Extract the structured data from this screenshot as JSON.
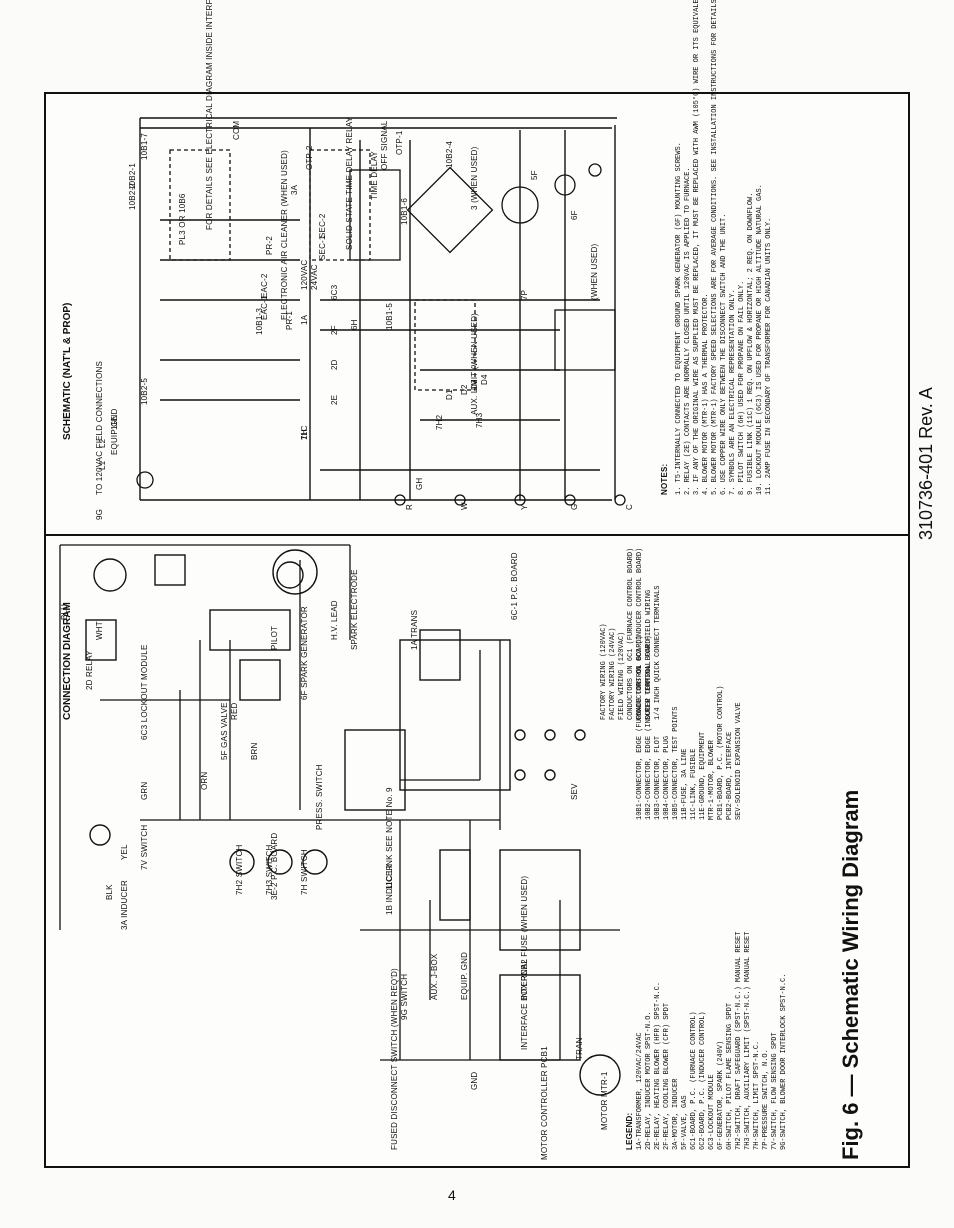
{
  "figure": {
    "title": "Fig. 6 — Schematic Wiring Diagram",
    "revision": "310736-401 Rev. A",
    "page_number": "4"
  },
  "connection_diagram": {
    "title": "CONNECTION DIAGRAM",
    "labels": [
      "BLU",
      "WHT",
      "BLK",
      "YEL",
      "GRN",
      "ORN",
      "RED",
      "BRN",
      "7V SWITCH",
      "6C3 LOCKOUT MODULE",
      "PRESS. SWITCH",
      "3A INDUCER",
      "3E-2 P.C. BOARD",
      "2D RELAY",
      "7H2 SWITCH",
      "7H3 SWITCH",
      "7H SWITCH",
      "1B INDUCER",
      "11C LINK SEE NOTE No. 9",
      "AUX. J-BOX",
      "9G SWITCH",
      "FUSED DISCONNECT SWITCH (WHEN REQ'D)",
      "MOTOR CONTROLLER PCB1",
      "MOTOR MTR-1",
      "INTERFACE BOX PCB2",
      "SPARK ELECTRODE",
      "6F SPARK GENERATOR",
      "5F GAS VALVE",
      "H.V. LEAD",
      "PILOT",
      "1A TRANS",
      "6C-1 P.C. BOARD",
      "INTERNAL FUSE (WHEN USED)",
      "EQUIP. GND",
      "GND",
      "TRAN",
      "SEV"
    ],
    "legend_title": "LEGEND:",
    "legend": [
      "1A-TRANSFORMER, 120VAC/24VAC",
      "2D-RELAY, INDUCER MOTOR SPST-N.O.",
      "2E-RELAY, HEATING BLOWER (HFR) SPST-N.C.",
      "2F-RELAY, COOLING BLOWER (CFR) SPDT",
      "3A-MOTOR, INDUCER",
      "5F-VALVE, GAS",
      "6C1-BOARD, P.C. (FURNACE CONTROL)",
      "6C2-BOARD, P.C. (INDUCER CONTROL)",
      "6C3-LOCKOUT MODULE",
      "6F-GENERATOR, SPARK (240V)",
      "6H-SWITCH, PILOT FLAME SENSING SPDT",
      "7H2-SWITCH, DRAFT SAFEGUARD (SPST-N.C.) MANUAL RESET",
      "7H3-SWITCH, AUXILIARY LIMIT (SPST-N.C.) MANUAL RESET",
      "7H-SWITCH, LIMIT SPST-N.C.",
      "7P-PRESSURE SWITCH, N.O.",
      "7V-SWITCH, FLOW SENSING SPDT",
      "9G-SWITCH, BLOWER DOOR INTERLOCK SPST-N.C."
    ],
    "legend_right": [
      "10B1-CONNECTOR, EDGE (FURNACE CONTROL BOARD)",
      "10B2-CONNECTOR, EDGE (INDUCER CONTROL BOARD)",
      "10B3-CONNECTOR, FLOT",
      "10B4-CONNECTOR, PLUG",
      "10B5-CONNECTOR, TEST POINTS",
      "11B-FUSE, 3A LINE",
      "11C-LINK, FUSIBLE",
      "11E-GROUND, EQUIPMENT",
      "MTR-1-MOTOR, BLOWER",
      "PCB1-BOARD, P.C. (MOTOR CONTROL)",
      "PCB2-BOARD, INTERFACE",
      "SEV-SOLENOID EXPANSION VALVE"
    ],
    "line_legend": [
      "FACTORY WIRING (120VAC)",
      "FACTORY WIRING (24VAC)",
      "FIELD WIRING (120VAC)",
      "CONDUCTORS ON 6C1 (FURNACE CONTROL BOARD)",
      "CONDUCTORS ON 6C2 (INDUCER CONTROL BOARD)",
      "SCREW TERMINAL FOR FIELD WIRING",
      "1/4 INCH QUICK CONNECT TERMINALS"
    ]
  },
  "schematic": {
    "title": "SCHEMATIC (NAT'L & PROP)",
    "labels": [
      "TO 120VAC FIELD CONNECTIONS",
      "L1",
      "L2",
      "EQUIP GND",
      "11E",
      "9G",
      "10B1-7",
      "10B2-1",
      "10B2-2",
      "10B2-4",
      "10B2-5",
      "10B1-3",
      "10B1-5",
      "10B1-6",
      "PL3 OR 10B6",
      "FOR DETAILS SEE ELECTRICAL DIAGRAM INSIDE INTERFACE BOX ENCLOSURE",
      "COM",
      "ELECTRONIC AIR CLEANER (WHEN USED)",
      "120VAC",
      "EAC-1",
      "EAC-2",
      "SEC-1",
      "SEC-2",
      "24VAC",
      "PR-1",
      "PR-2",
      "SOLID STATE TIME DELAY RELAY",
      "TIME DELAY",
      "OFF SIGNAL",
      "OTP-1",
      "OTP-2",
      "3 (WHEN USED)",
      "5F",
      "6F",
      "(WHEN USED)",
      "7P",
      "7H",
      "7H2",
      "7H3",
      "AUX. LIMIT (WHEN USED)",
      "R",
      "W",
      "Y",
      "G",
      "C",
      "GH",
      "2D",
      "2E",
      "2F",
      "3A",
      "6H",
      "6C3",
      "1A",
      "11C",
      "D1",
      "D2",
      "D3",
      "D4"
    ],
    "notes_title": "NOTES:",
    "notes": [
      "1. T5-INTERNALLY CONNECTED TO EQUIPMENT GROUND SPARK GENERATOR (6F) MOUNTING SCREWS.",
      "2. RELAY (2E) CONTACTS ARE NORMALLY CLOSED UNTIL 120VAC IS APPLIED TO FURNACE.",
      "3. IF ANY OF THE ORIGINAL WIRE AS SUPPLIED MUST BE REPLACED, IT MUST BE REPLACED WITH AWM (105°C) WIRE OR ITS EQUIVALENT.",
      "4. BLOWER MOTOR (MTR-1) HAS A THERMAL PROTECTOR.",
      "5. BLOWER MOTOR (MTR-1) FACTORY SPEED SELECTIONS ARE FOR AVERAGE CONDITIONS. SEE INSTALLATION INSTRUCTIONS FOR DETAILS ON OPTIMUM SPEED SELECTION.",
      "6. USE COPPER WIRE ONLY BETWEEN THE DISCONNECT SWITCH AND THE UNIT.",
      "7. SYMBOLS ARE AN ELECTRICAL REPRESENTATION ONLY.",
      "8. PILOT SWITCH (6H) USED FOR PROPANE ON FAIL ONLY.",
      "9. FUSIBLE LINK (11C) 1 REQ. ON UPFLOW & HORIZONTAL; 2 REQ. ON DOWNFLOW.",
      "10. LOCKOUT MODULE (6C3) IS USED FOR PROPANE OR HIGH ALTITUDE NATURAL GAS.",
      "11. 2AMP FUSE IN SECONDARY OF TRANSFORMER FOR CANADIAN UNITS ONLY."
    ]
  }
}
